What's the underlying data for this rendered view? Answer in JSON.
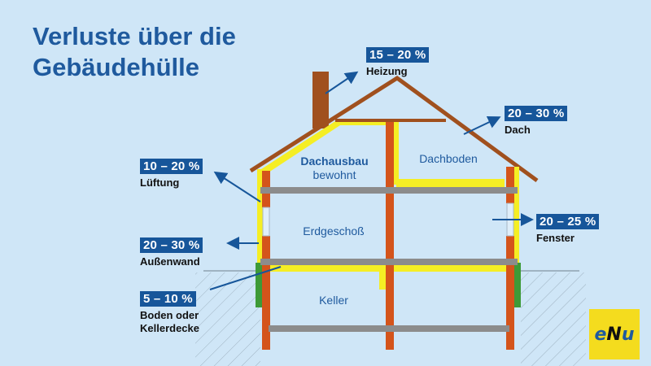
{
  "title": {
    "line1": "Verluste über die",
    "line2": "Gebäudehülle"
  },
  "callouts": {
    "heizung": {
      "pct": "15 – 20 %",
      "label": "Heizung"
    },
    "dach": {
      "pct": "20 – 30 %",
      "label": "Dach"
    },
    "lueftung": {
      "pct": "10 – 20 %",
      "label": "Lüftung"
    },
    "fenster": {
      "pct": "20 – 25 %",
      "label": "Fenster"
    },
    "aussenwand": {
      "pct": "20 – 30 %",
      "label": "Außenwand"
    },
    "boden": {
      "pct": "5 – 10 %",
      "label1": "Boden oder",
      "label2": "Kellerdecke"
    }
  },
  "rooms": {
    "dachausbau": {
      "line1": "Dachausbau",
      "line2": "bewohnt"
    },
    "dachboden": "Dachboden",
    "erdgeschoss": "Erdgeschoß",
    "keller": "Keller"
  },
  "logo": {
    "part1": "e",
    "part2": "N",
    "part3": "u"
  },
  "colors": {
    "background": "#cfe6f7",
    "title": "#1f5a9e",
    "badge": "#17569a",
    "insulation": "#f5ee24",
    "wall": "#d4541b",
    "roof": "#a0501e",
    "chimney": "#a0501e",
    "slab": "#8c8c8c",
    "perimeter_insulation": "#3d9a37",
    "logo": "#f4dc1e"
  }
}
